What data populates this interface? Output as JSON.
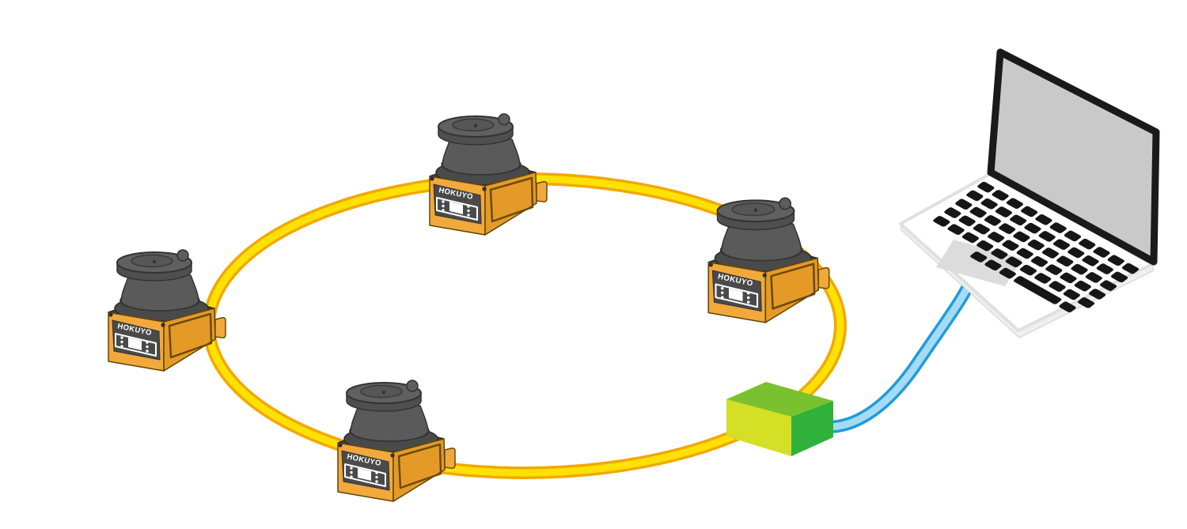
{
  "diagram": {
    "sensors": [
      {
        "id": "top",
        "label": "HOKUYO"
      },
      {
        "id": "left",
        "label": "HOKUYO"
      },
      {
        "id": "bottom",
        "label": "HOKUYO"
      },
      {
        "id": "right",
        "label": "HOKUYO"
      }
    ],
    "colors": {
      "ring_edge": "#F2A800",
      "ring_core": "#FFE104",
      "blue_edge": "#1F9CD9",
      "blue_core": "#A6DBF5",
      "hub_top": "#79C12F",
      "hub_front": "#D5DF26",
      "hub_side": "#2FB13C",
      "sensor_front": "#F2A93B",
      "sensor_side": "#E59A28",
      "sensor_panel": "#4A4A4A",
      "sensor_plate": "#424242",
      "sensor_head": "#5A5A5A",
      "laptop_screen": "#C9C9C9",
      "laptop_bezel": "#1A1A1A",
      "laptop_body": "#FFFFFF",
      "laptop_key": "#161616",
      "trackpad": "#DCDCDC"
    }
  }
}
